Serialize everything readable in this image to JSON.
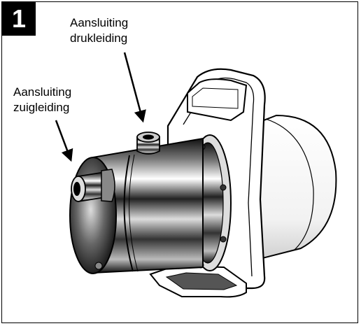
{
  "figure": {
    "number": "1"
  },
  "labels": {
    "discharge": {
      "line1": "Aansluiting",
      "line2": "drukleiding"
    },
    "suction": {
      "line1": "Aansluiting",
      "line2": "zuigleiding"
    }
  }
}
